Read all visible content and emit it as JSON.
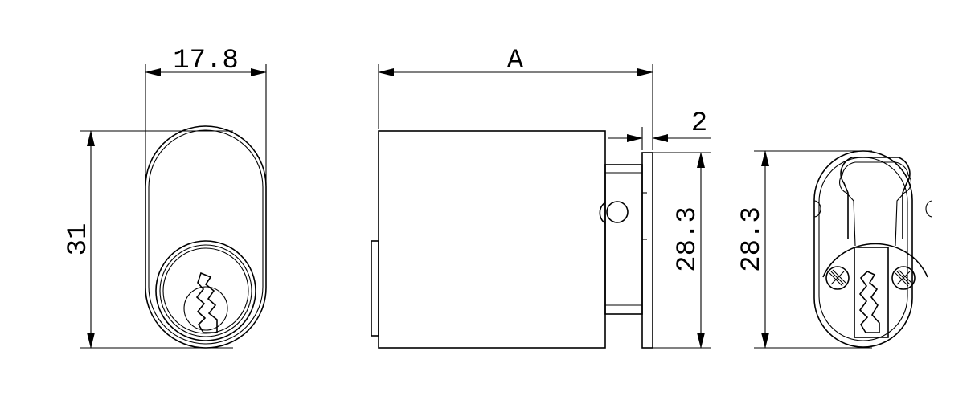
{
  "drawing": {
    "front_view": {
      "width_label": "17.8",
      "height_label": "31"
    },
    "side_view": {
      "length_label": "A",
      "flange_label": "2",
      "height_label": "28.3"
    },
    "back_view": {
      "height_label": "28.3"
    }
  }
}
